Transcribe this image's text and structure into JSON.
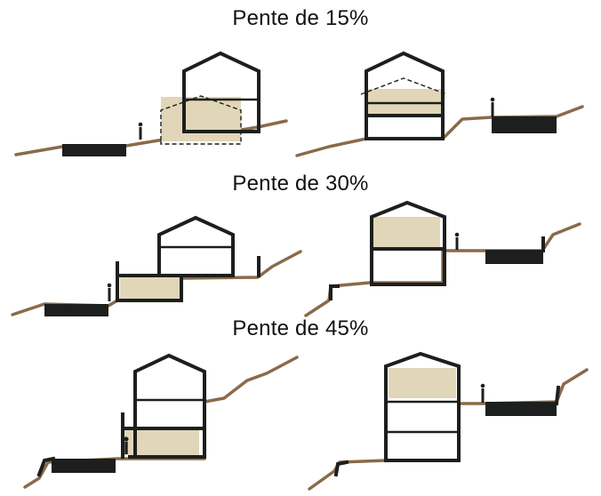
{
  "headings": [
    "Pente de 15%",
    "Pente de 30%",
    "Pente de 45%"
  ],
  "colors": {
    "ink": "#1c1f1d",
    "ground": "#8a6a4a",
    "fill": "#e2d6b8",
    "background": "#ffffff"
  }
}
